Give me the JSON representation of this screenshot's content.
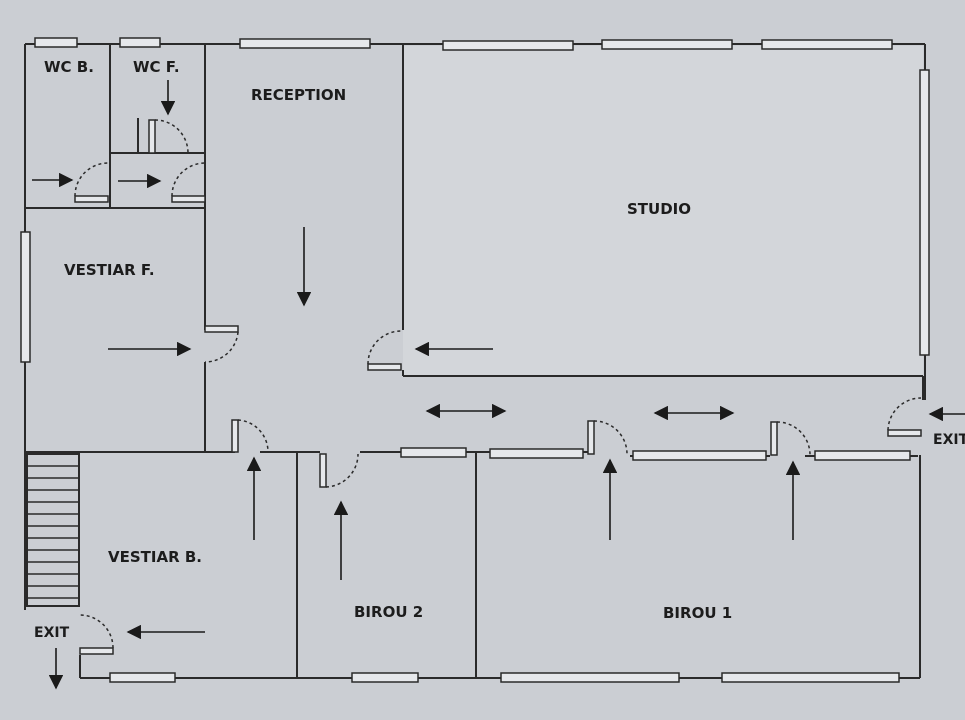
{
  "plan": {
    "rooms": {
      "wc_b": "WC B.",
      "wc_f": "WC F.",
      "reception": "RECEPTION",
      "studio": "STUDIO",
      "vestiar_f": "VESTIAR F.",
      "vestiar_b": "VESTIAR B.",
      "birou_2": "BIROU 2",
      "birou_1": "BIROU 1"
    },
    "exits": {
      "left": "EXIT",
      "right": "EXIT"
    },
    "colors": {
      "background": "#c9ccd1",
      "lines": "#2a2a2a",
      "window_fill": "#e6e8eb"
    }
  }
}
